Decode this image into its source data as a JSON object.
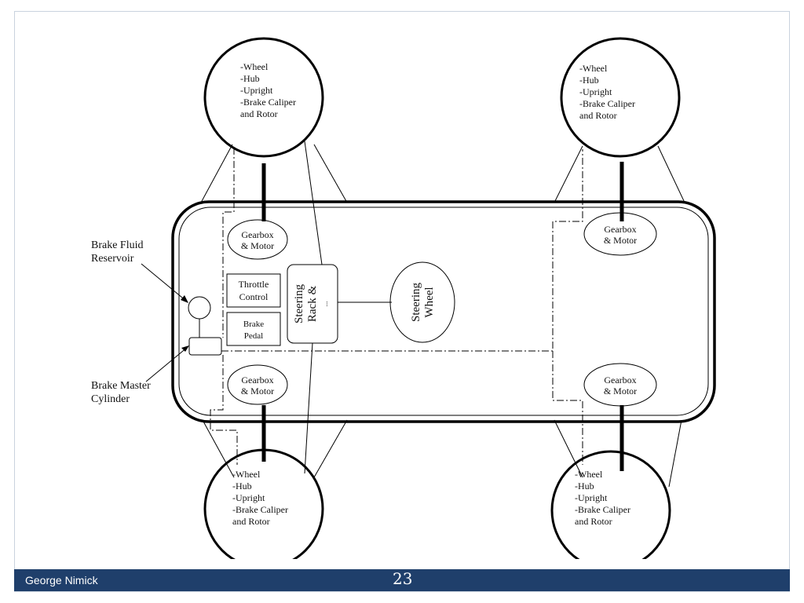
{
  "footer": {
    "presenter": "George Nimick",
    "page_number": "23"
  },
  "diagram": {
    "wheel_lines": [
      "-Wheel",
      "-Hub",
      "-Upright",
      "-Brake Caliper",
      "and Rotor"
    ],
    "gearbox_lines": [
      "Gearbox",
      "& Motor"
    ],
    "throttle_lines": [
      "Throttle",
      "Control"
    ],
    "brake_pedal_lines": [
      "Brake",
      "Pedal"
    ],
    "steering_rack_lines": [
      "Steering",
      "Rack &",
      "..."
    ],
    "steering_wheel_lines": [
      "Steering",
      "Wheel"
    ],
    "reservoir_lines": [
      "Brake Fluid",
      "Reservoir"
    ],
    "master_cylinder_lines": [
      "Brake Master",
      "Cylinder"
    ]
  },
  "colors": {
    "footer_bar": "#1f3f6b",
    "frame_border": "#c9d3de",
    "line": "#000000"
  }
}
